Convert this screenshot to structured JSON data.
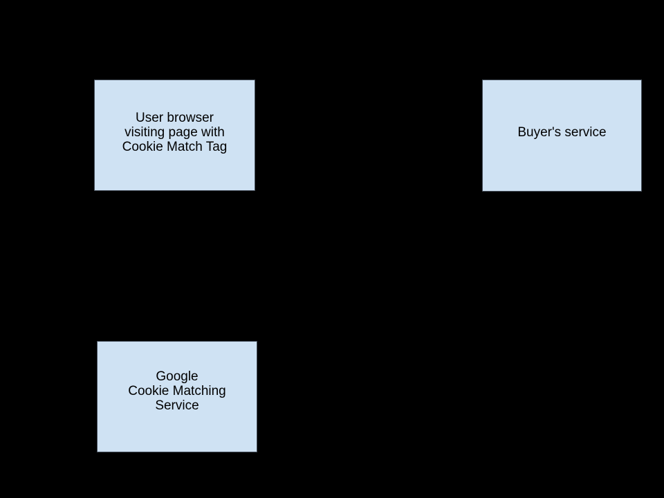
{
  "colors": {
    "background": "#000000",
    "node_fill": "#cfe2f3",
    "node_border": "#49525e",
    "node_text": "#000000"
  },
  "diagram": {
    "type": "flow-diagram",
    "nodes": [
      {
        "id": "user-browser",
        "label": "User browser\nvisiting page with\nCookie Match Tag",
        "fill_color": "#cfe2f3",
        "border_color": "#49525e",
        "text_color": "#000000"
      },
      {
        "id": "buyers-service",
        "label": "Buyer's service",
        "fill_color": "#cfe2f3",
        "border_color": "#49525e",
        "text_color": "#000000"
      },
      {
        "id": "google-cookie-matching-service",
        "label": "Google\nCookie Matching\nService",
        "fill_color": "#cfe2f3",
        "border_color": "#49525e",
        "text_color": "#000000"
      }
    ]
  }
}
